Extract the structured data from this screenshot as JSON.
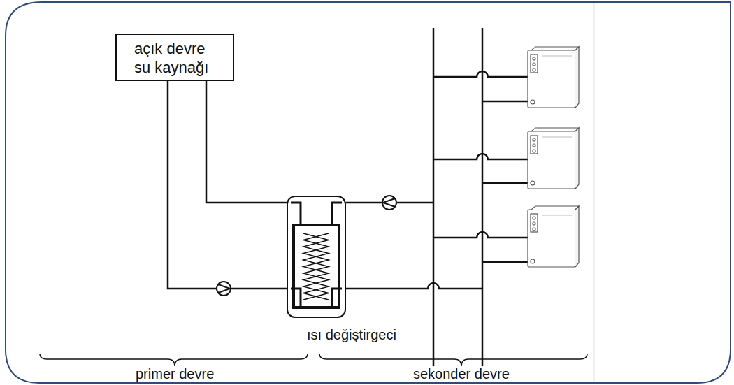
{
  "diagram": {
    "nodes": [
      {
        "text": [
          "açık devre su kaynağı"
        ]
      },
      {
        "text": [
          "ısı değiştirgeci"
        ]
      }
    ],
    "edges": [
      {
        "from": 0,
        "to": 1,
        "arrow": "none"
      },
      {
        "from": 0,
        "to": 1,
        "arrow": "none"
      }
    ],
    "labels": [
      "primer devre",
      "sekonder devre"
    ]
  }
}
